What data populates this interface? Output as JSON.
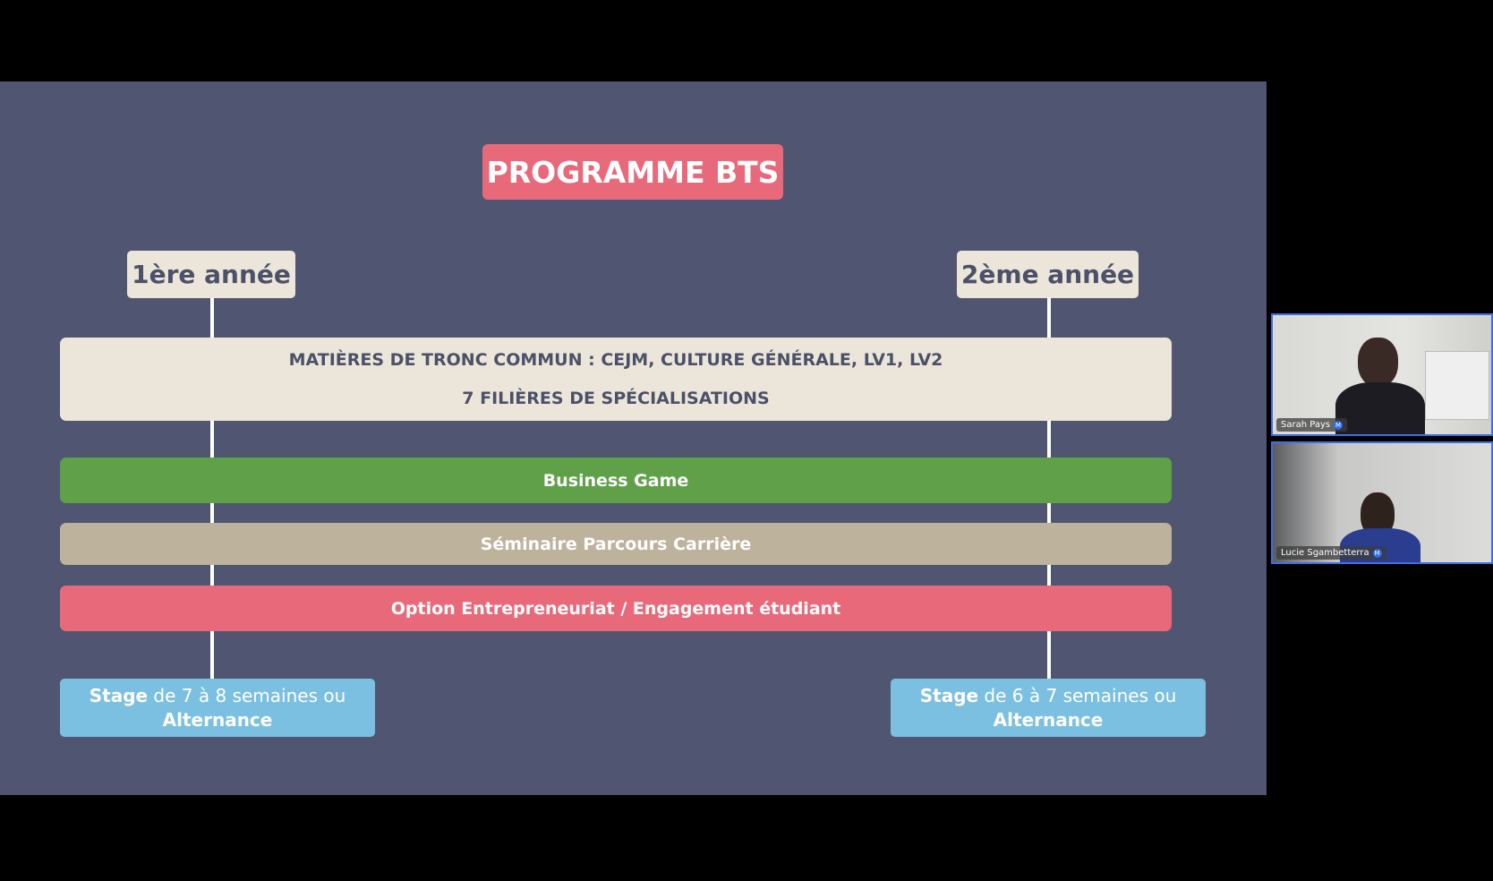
{
  "slide": {
    "title": "PROGRAMME BTS",
    "year1": "1ère année",
    "year2": "2ème année",
    "tronc_line1": "MATIÈRES DE TRONC COMMUN : CEJM, CULTURE GÉNÉRALE, LV1, LV2",
    "tronc_line2": "7 FILIÈRES DE SPÉCIALISATIONS",
    "business_game": "Business Game",
    "seminaire": "Séminaire Parcours Carrière",
    "option": "Option Entrepreneuriat / Engagement étudiant",
    "stage1": {
      "bold1": "Stage",
      "text": " de 7 à 8 semaines ou",
      "bold2": "Alternance"
    },
    "stage2": {
      "bold1": "Stage",
      "text": " de 6 à 7 semaines ou",
      "bold2": "Alternance"
    },
    "colors": {
      "bg": "#505672",
      "pink": "#e86a7a",
      "green": "#5fa048",
      "beige": "#bdb29c",
      "cream": "#ece6da",
      "blue": "#7bc0e0"
    }
  },
  "participants": [
    {
      "name": "Sarah Pays",
      "badge": "M"
    },
    {
      "name": "Lucie Sgambetterra",
      "badge": "M"
    }
  ]
}
